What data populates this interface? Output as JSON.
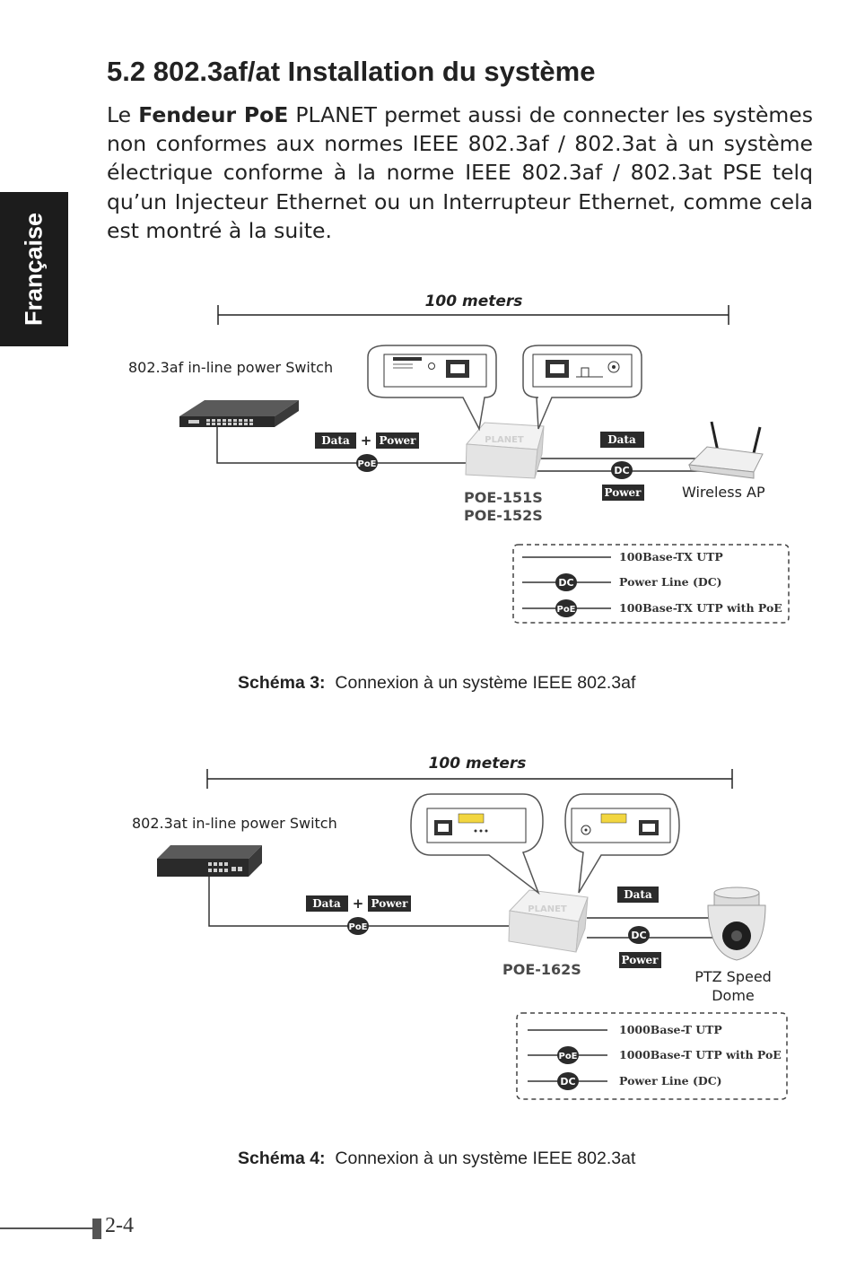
{
  "sidebar": {
    "language": "Française"
  },
  "heading": "5.2 802.3af/at Installation du système",
  "intro": {
    "before": "Le ",
    "bold": "Fendeur PoE",
    "after": " PLANET permet aussi de connecter les systèmes non conformes aux normes IEEE 802.3af / 802.3at à un système électrique conforme à la norme IEEE 802.3af / 802.3at PSE telq qu’un Injecteur Ethernet ou un Interrupteur Ethernet, comme cela est montré à la suite."
  },
  "tags": {
    "data": "Data",
    "power": "Power",
    "plus": "+",
    "poe": "PoE",
    "dc": "DC"
  },
  "diagram1": {
    "distance": "100 meters",
    "switch_label": "802.3af in-line power Switch",
    "splitter_line1": "POE-151S",
    "splitter_line2": "POE-152S",
    "device_label": "Wireless AP",
    "legend": [
      "100Base-TX UTP",
      "Power Line (DC)",
      "100Base-TX UTP with PoE"
    ],
    "caption_bold": "Schéma 3:",
    "caption_text": "Connexion à un système IEEE 802.3af"
  },
  "diagram2": {
    "distance": "100 meters",
    "switch_label": "802.3at in-line power Switch",
    "splitter_line1": "POE-162S",
    "device_line1": "PTZ Speed",
    "device_line2": "Dome",
    "legend": [
      "1000Base-T UTP",
      "1000Base-T UTP with PoE",
      "Power Line (DC)"
    ],
    "caption_bold": "Schéma 4:",
    "caption_text": "Connexion à un système IEEE 802.3at"
  },
  "page_number": "2-4"
}
